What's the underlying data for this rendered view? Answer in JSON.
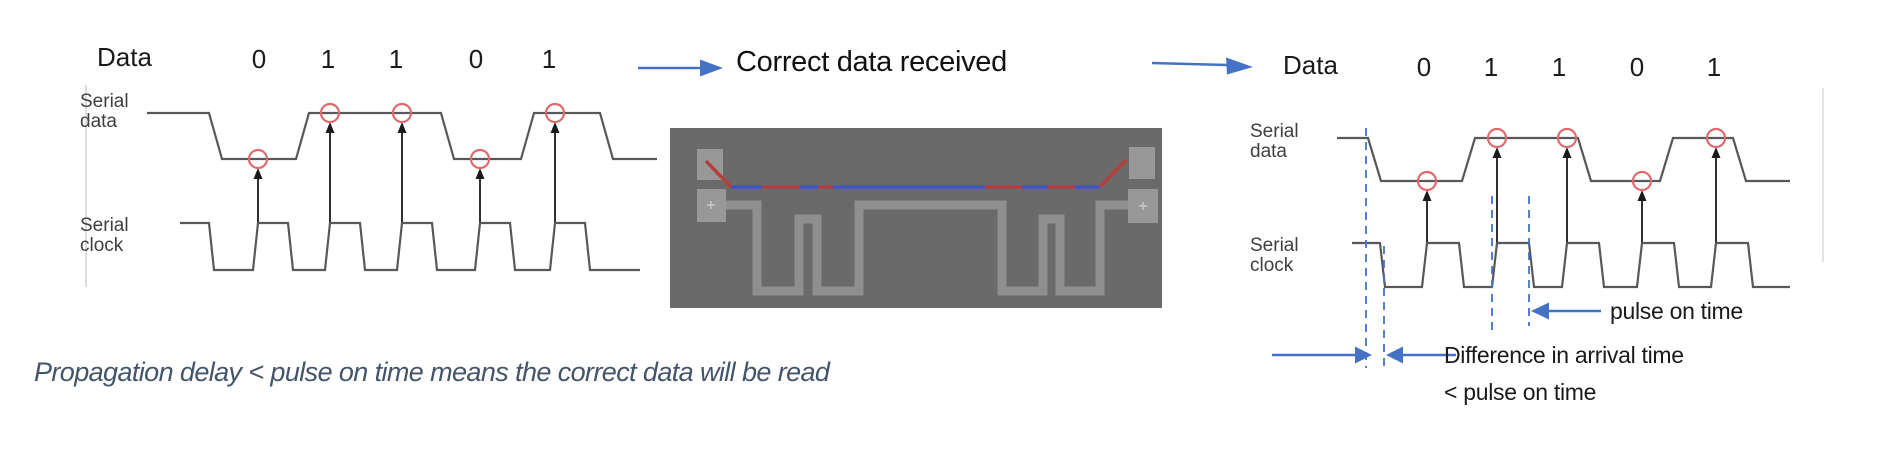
{
  "center": {
    "title": "Correct data received",
    "flow_arrow_color": "#4472c4"
  },
  "left_diagram": {
    "data_label": "Data",
    "bits": [
      "0",
      "1",
      "1",
      "0",
      "1"
    ],
    "serial_data_label": {
      "line1": "Serial",
      "line2": "data"
    },
    "serial_clock_label": {
      "line1": "Serial",
      "line2": "clock"
    }
  },
  "right_diagram": {
    "data_label": "Data",
    "bits": [
      "0",
      "1",
      "1",
      "0",
      "1"
    ],
    "serial_data_label": {
      "line1": "Serial",
      "line2": "data"
    },
    "serial_clock_label": {
      "line1": "Serial",
      "line2": "clock"
    },
    "annotations": {
      "pulse_on_time": "pulse on time",
      "difference_line1": "Difference in arrival time",
      "difference_line2": "< pulse on time"
    }
  },
  "footnote": {
    "text": "Propagation delay < pulse on time means the correct data will be read"
  },
  "colors": {
    "accent_blue": "#4472c4",
    "waveform_gray": "#58585a",
    "sample_marker_red": "#e0696b",
    "note_text": "#44546a",
    "pcb_background": "#6a6a6a",
    "pcb_trace_gray": "#8f8f8f",
    "pcb_highlight_blue": "#4053cf",
    "pcb_highlight_red": "#b5403b"
  }
}
